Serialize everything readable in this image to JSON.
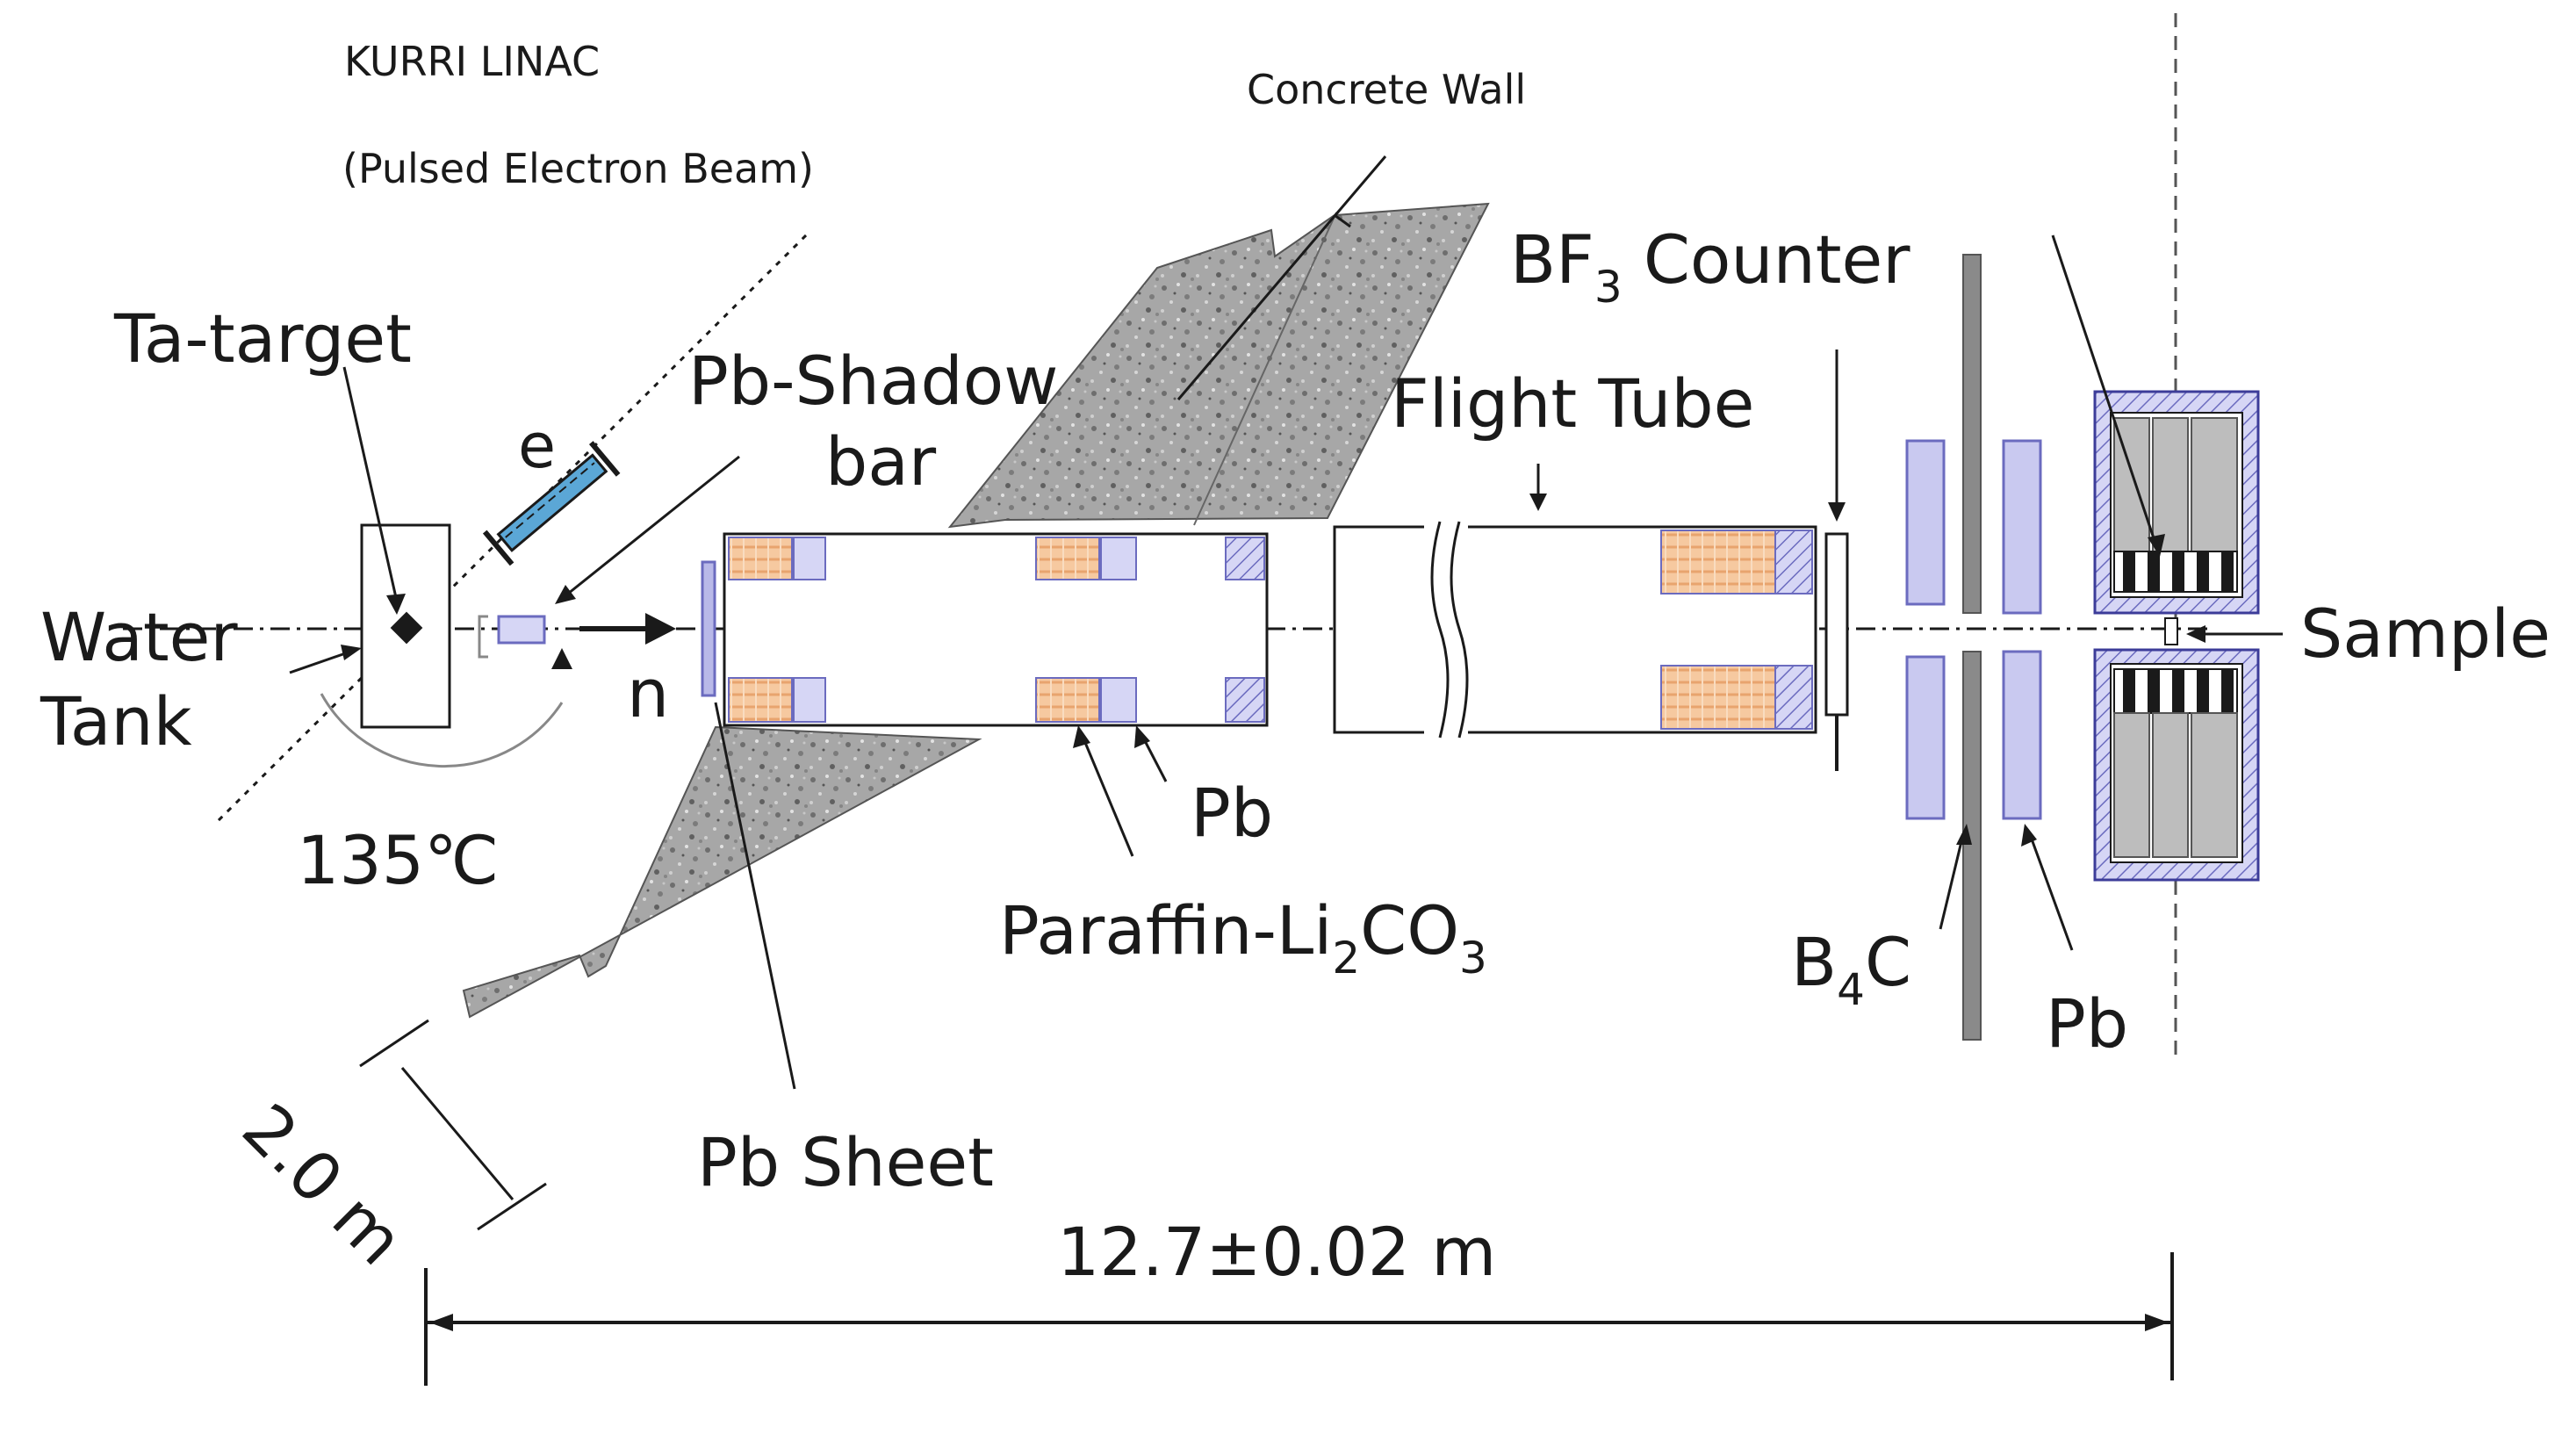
{
  "labels": {
    "linac_line1": "KURRI LINAC",
    "linac_line2": "(Pulsed Electron Beam)",
    "concrete_wall": "Concrete Wall",
    "bf3_pre": "BF",
    "bf3_sub": "3",
    "bf3_post": " Counter",
    "ta_target": "Ta-target",
    "pb_shadow_line1": "Pb-Shadow",
    "pb_shadow_line2": "bar",
    "flight_tube": "Flight Tube",
    "electron": "e",
    "water_line1": "Water",
    "water_line2": "Tank",
    "neutron": "n",
    "sample": "Sample",
    "angle": "135℃",
    "pb_mid": "Pb",
    "paraffin_pre": "Paraffin-Li",
    "paraffin_sub1": "2",
    "paraffin_mid": "CO",
    "paraffin_sub2": "3",
    "b4c_pre": "B",
    "b4c_sub": "4",
    "b4c_post": "C",
    "pb_right": "Pb",
    "distance_short": "2.0 m",
    "pb_sheet": "Pb Sheet",
    "distance_total": "12.7±0.02 m"
  },
  "colors": {
    "line": "#1a1a1a",
    "paraffin": "#f6c9a0",
    "paraffin_stripe": "#e8a46e",
    "lead": "#c9c9f0",
    "lead_stroke": "#6b6bbf",
    "detector_gray": "#b9b9b9",
    "concrete": "#9a9a9a",
    "electron_tube": "#5ba7d6",
    "b4c_plate": "#8a8a8a"
  }
}
